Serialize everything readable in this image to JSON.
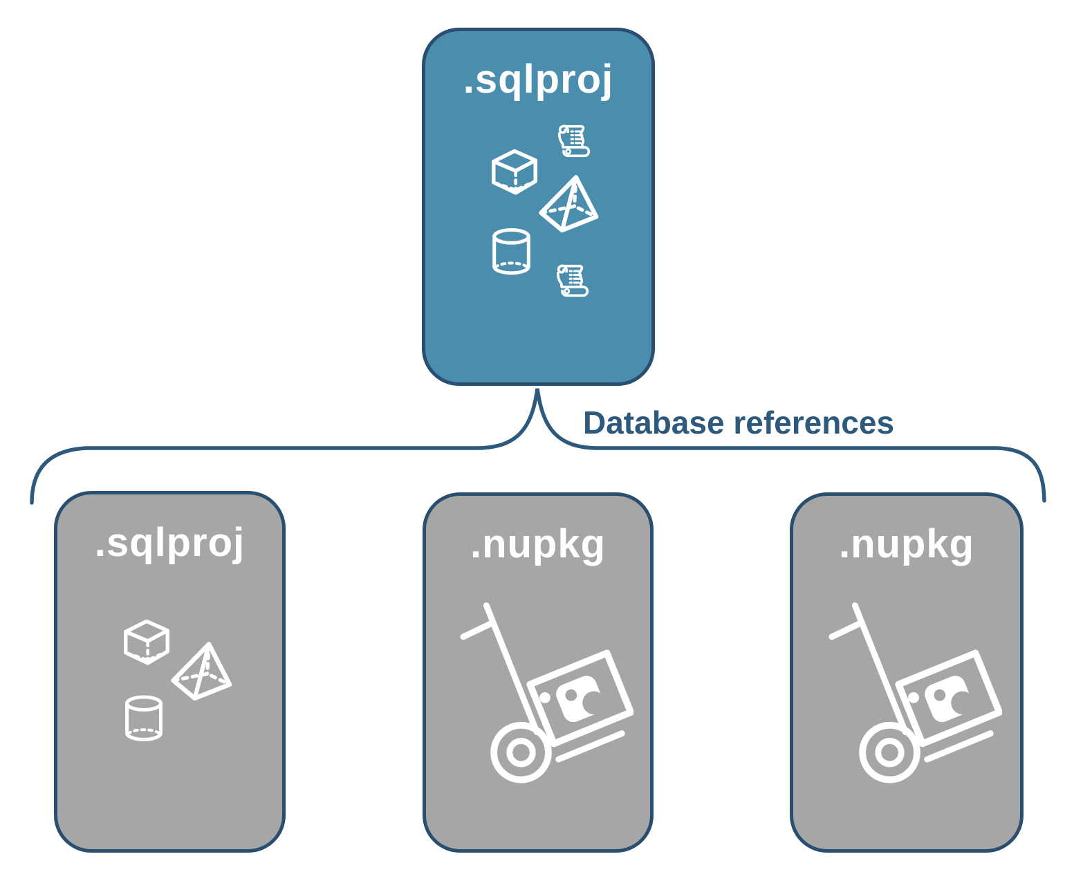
{
  "diagram": {
    "connector_label": "Database references",
    "root_card": {
      "label": ".sqlproj",
      "icons": [
        "cube-icon",
        "scroll-icon",
        "pyramid-icon",
        "database-cylinder-icon",
        "scroll-icon"
      ]
    },
    "child_cards": [
      {
        "label": ".sqlproj",
        "icons": [
          "cube-icon",
          "pyramid-icon",
          "database-cylinder-icon"
        ]
      },
      {
        "label": ".nupkg",
        "icons": [
          "package-handtruck-icon"
        ]
      },
      {
        "label": ".nupkg",
        "icons": [
          "package-handtruck-icon"
        ]
      }
    ],
    "colors": {
      "root_fill": "#4a8dac",
      "child_fill": "#a6a6a6",
      "card_border": "#2a4e70",
      "connector": "#2c597c",
      "icon_stroke": "#ffffff",
      "title_text": "#ffffff"
    }
  }
}
